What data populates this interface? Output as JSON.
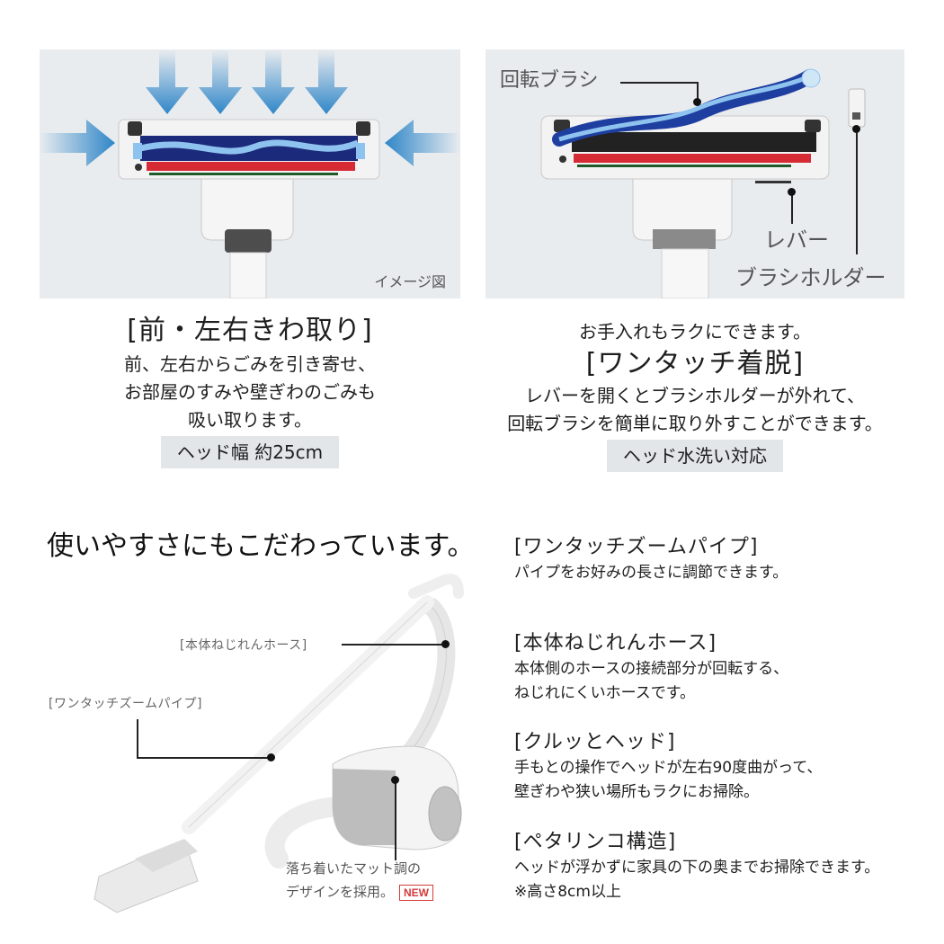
{
  "panel_left": {
    "image_label": "イメージ図",
    "heading": "[前・左右きわ取り]",
    "body_lines": [
      "前、左右からごみを引き寄せ、",
      "お部屋のすみや壁ぎわのごみも",
      "吸い取ります。"
    ],
    "badge": "ヘッド幅 約25cm",
    "icons": [
      "arrow-down-icon",
      "arrow-right-icon",
      "arrow-left-icon"
    ]
  },
  "panel_right": {
    "callouts": {
      "brush": "回転ブラシ",
      "lever": "レバー",
      "holder": "ブラシホルダー"
    },
    "lead": "お手入れもラクにできます。",
    "heading": "[ワンタッチ着脱]",
    "body_lines": [
      "レバーを開くとブラシホルダーが外れて、",
      "回転ブラシを簡単に取り外すことができます。"
    ],
    "badge": "ヘッド水洗い対応"
  },
  "bottom": {
    "title": "使いやすさにもこだわっています。",
    "callouts": {
      "hose": "[本体ねじれんホース]",
      "pipe": "[ワンタッチズームパイプ]",
      "design_lines": [
        "落ち着いたマット調の",
        "デザインを採用。"
      ],
      "new_badge": "NEW"
    },
    "features": [
      {
        "title": "[ワンタッチズームパイプ]",
        "lines": [
          "パイプをお好みの長さに調節できます。"
        ]
      },
      {
        "title": "[本体ねじれんホース]",
        "lines": [
          "本体側のホースの接続部分が回転する、",
          "ねじれにくいホースです。"
        ]
      },
      {
        "title": "[クルッとヘッド]",
        "lines": [
          "手もとの操作でヘッドが左右90度曲がって、",
          "壁ぎわや狭い場所もラクにお掃除。"
        ]
      },
      {
        "title": "[ペタリンコ構造]",
        "lines": [
          "ヘッドが浮かずに家具の下の奥までお掃除できます。",
          "※高さ8cm以上"
        ]
      }
    ]
  },
  "colors": {
    "panel_bg": "#e9ecef",
    "arrow_blue": "#2f86c8",
    "brush_blue": "#1f3fa0",
    "red_strip": "#d62a35",
    "green_strip": "#1f5a2a",
    "new_red": "#d43a3a",
    "badge_bg": "#e3e6e9"
  }
}
